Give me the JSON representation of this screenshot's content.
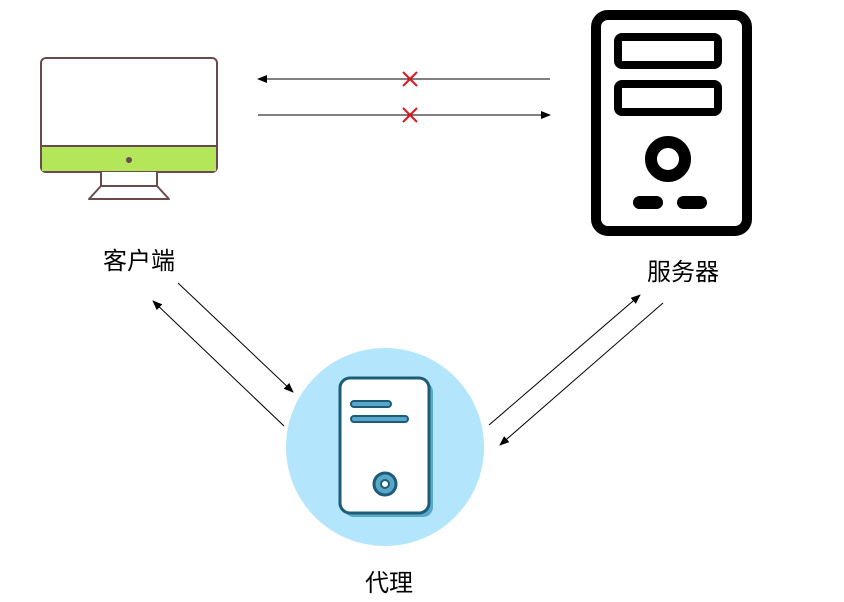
{
  "labels": {
    "client": "客户端",
    "server": "服务器",
    "proxy": "代理"
  },
  "colors": {
    "monitor_outline": "#6b4a4d",
    "monitor_bar": "#b3e659",
    "server_body": "#000000",
    "proxy_circle": "#b3e5fc",
    "proxy_outline": "#1c5c79",
    "proxy_fill": "#ffffff",
    "proxy_accent": "#5aa8c9",
    "arrow": "#000000",
    "blocked_mark": "#e0181e"
  },
  "icons": {
    "client": "monitor-icon",
    "server": "server-tower-icon",
    "proxy": "proxy-server-icon",
    "blocked": "cross-mark-icon"
  },
  "connections": {
    "direct": "blocked",
    "via_proxy": "allowed"
  }
}
